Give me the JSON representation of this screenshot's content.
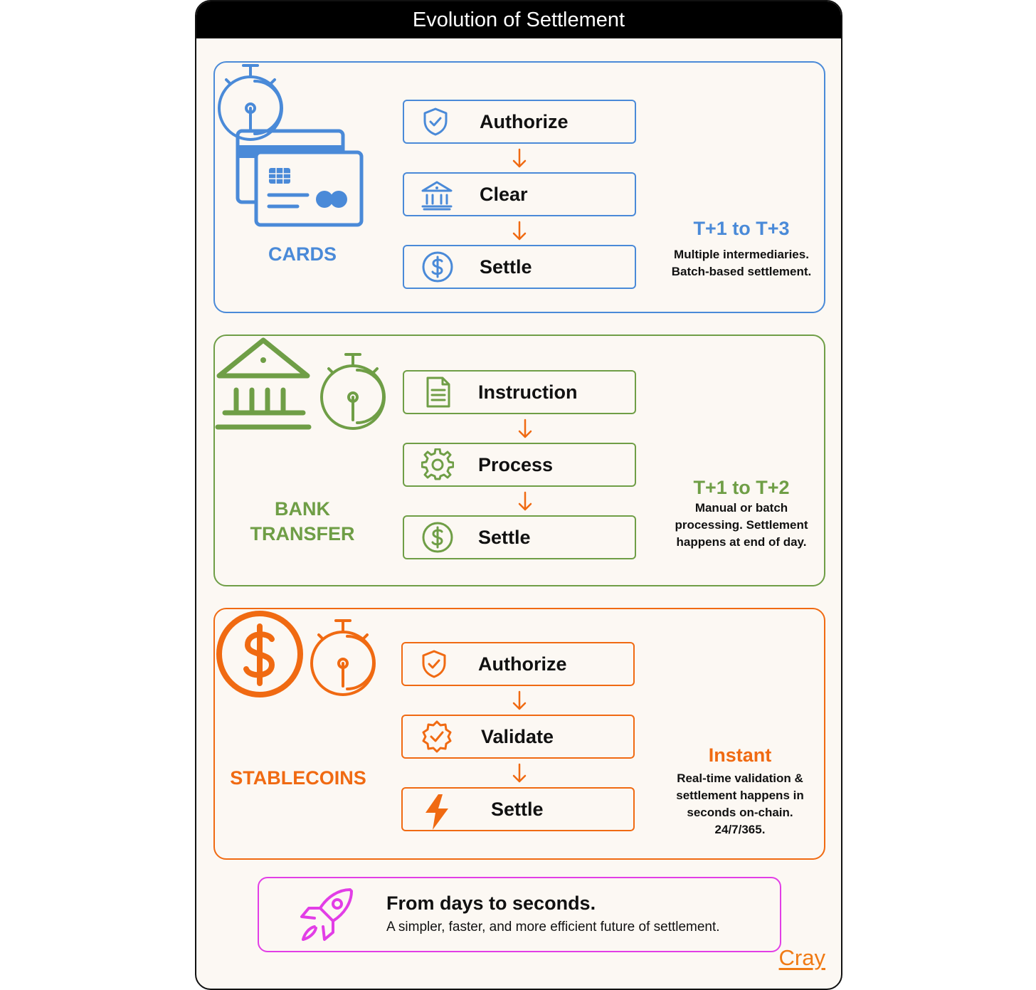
{
  "title": "Evolution of Settlement",
  "colors": {
    "cards": "#4a8ad8",
    "bank": "#6f9e46",
    "stable": "#f06a12",
    "footer": "#e23ee6",
    "arrow": "#f06a12"
  },
  "sections": [
    {
      "label": "CARDS",
      "icon": "credit-cards-icon",
      "steps": [
        {
          "label": "Authorize",
          "icon": "shield-check-icon"
        },
        {
          "label": "Clear",
          "icon": "bank-icon"
        },
        {
          "label": "Settle",
          "icon": "dollar-circle-icon"
        }
      ],
      "time": "T+1 to T+3",
      "time_icon": "stopwatch-icon",
      "description": [
        "Multiple intermediaries.",
        "Batch-based settlement."
      ]
    },
    {
      "label": "BANK TRANSFER",
      "label_lines": [
        "BANK",
        "TRANSFER"
      ],
      "icon": "bank-building-icon",
      "steps": [
        {
          "label": "Instruction",
          "icon": "document-icon"
        },
        {
          "label": "Process",
          "icon": "gear-icon"
        },
        {
          "label": "Settle",
          "icon": "dollar-circle-icon"
        }
      ],
      "time": "T+1 to T+2",
      "time_icon": "stopwatch-icon",
      "description": [
        "Manual or batch",
        "processing. Settlement",
        "happens at end of day."
      ]
    },
    {
      "label": "STABLECOINS",
      "icon": "dollar-coin-icon",
      "steps": [
        {
          "label": "Authorize",
          "icon": "shield-check-icon"
        },
        {
          "label": "Validate",
          "icon": "badge-check-icon"
        },
        {
          "label": "Settle",
          "icon": "lightning-icon"
        }
      ],
      "time": "Instant",
      "time_icon": "stopwatch-icon",
      "description": [
        "Real-time validation &",
        "settlement happens in",
        "seconds on-chain.",
        "24/7/365."
      ]
    }
  ],
  "footer": {
    "icon": "rocket-icon",
    "title": "From days to seconds.",
    "subtitle": "A simpler, faster, and more efficient future of settlement."
  },
  "brand": "Cray"
}
